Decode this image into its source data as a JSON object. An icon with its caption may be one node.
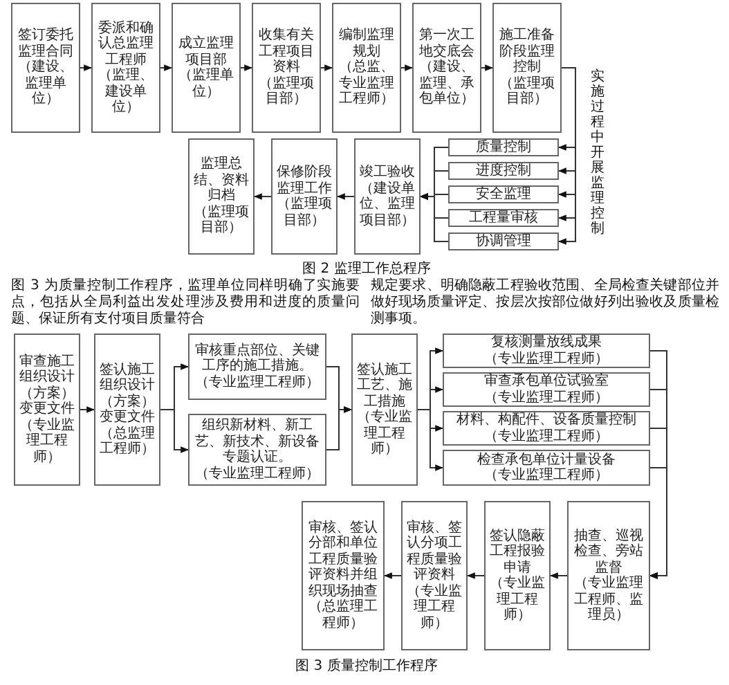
{
  "diagram": {
    "nodes": [
      {
        "text": [
          "签订委托监理合同",
          "（建设、监理单位）"
        ]
      },
      {
        "text": [
          "委派和确认总监理工程师",
          "（监理、建设单位）"
        ]
      },
      {
        "text": [
          "成立监理项目部",
          "（监理单位）"
        ]
      },
      {
        "text": [
          "收集有关工程项目资料",
          "（监理项目部）"
        ]
      },
      {
        "text": [
          "编制监理规划",
          "（总监、专业监理工程师）"
        ]
      },
      {
        "text": [
          "第一次工地交底会",
          "（建设、监理、承包单位）"
        ]
      },
      {
        "text": [
          "施工准备阶段监理控制",
          "（监理项目部）"
        ]
      },
      {
        "text": [
          "质量控制"
        ]
      },
      {
        "text": [
          "进度控制"
        ]
      },
      {
        "text": [
          "安全监理"
        ]
      },
      {
        "text": [
          "工程量审核"
        ]
      },
      {
        "text": [
          "协调管理"
        ]
      },
      {
        "text": [
          "竣工验收",
          "（建设单位、监理项目部）"
        ]
      },
      {
        "text": [
          "保修阶段监理工作",
          "（监理项目部）"
        ]
      },
      {
        "text": [
          "监理总结、资料归档",
          "（监理项目部）"
        ]
      },
      {
        "text": [
          "审查施工组织设计（方案）变更文件",
          "（专业监理工程师）"
        ]
      },
      {
        "text": [
          "签认施工组织设计（方案）变更文件",
          "（总监理工程师）"
        ]
      },
      {
        "text": [
          "审核重点部位、关键工序的施工措施。",
          "（专业监理工程师）"
        ]
      },
      {
        "text": [
          "组织新材料、新工艺、新技术、新设备专题认证。",
          "（专业监理工程师）"
        ]
      },
      {
        "text": [
          "签认施工工艺、施工措施",
          "（专业监理工程师）"
        ]
      },
      {
        "text": [
          "复核测量放线成果",
          "（专业监理工程师）"
        ]
      },
      {
        "text": [
          "审查承包单位试验室",
          "（专业监理工程师）"
        ]
      },
      {
        "text": [
          "材料、构配件、设备质量控制",
          "（专业监理工程师）"
        ]
      },
      {
        "text": [
          "检查承包单位计量设备",
          "（专业监理工程师）"
        ]
      },
      {
        "text": [
          "抽查、巡视检查、旁站监督",
          "（专业监理工程师、监理员）"
        ]
      },
      {
        "text": [
          "签认隐蔽工程报验申请",
          "（专业监理工程师）"
        ]
      },
      {
        "text": [
          "审核、签认分项工程质量验评资料",
          "（专业监理工程师）"
        ]
      },
      {
        "text": [
          "审核、签认分部和单位工程质量验评资料并组织现场抽查",
          "（总监理工程师）"
        ]
      }
    ],
    "edges": [
      {
        "from": 0,
        "to": 1,
        "arrow": "to"
      },
      {
        "from": 1,
        "to": 2,
        "arrow": "to"
      },
      {
        "from": 2,
        "to": 3,
        "arrow": "to"
      },
      {
        "from": 3,
        "to": 4,
        "arrow": "to"
      },
      {
        "from": 4,
        "to": 5,
        "arrow": "to"
      },
      {
        "from": 5,
        "to": 6,
        "arrow": "to"
      },
      {
        "from": 6,
        "to": 7,
        "arrow": "to"
      },
      {
        "from": 6,
        "to": 8,
        "arrow": "to"
      },
      {
        "from": 6,
        "to": 9,
        "arrow": "to"
      },
      {
        "from": 6,
        "to": 10,
        "arrow": "to"
      },
      {
        "from": 6,
        "to": 11,
        "arrow": "to"
      },
      {
        "from": 7,
        "to": 12,
        "arrow": "to"
      },
      {
        "from": 8,
        "to": 12,
        "arrow": "to"
      },
      {
        "from": 9,
        "to": 12,
        "arrow": "to"
      },
      {
        "from": 10,
        "to": 12,
        "arrow": "to"
      },
      {
        "from": 11,
        "to": 12,
        "arrow": "to"
      },
      {
        "from": 12,
        "to": 13,
        "arrow": "to"
      },
      {
        "from": 13,
        "to": 14,
        "arrow": "to"
      },
      {
        "from": 15,
        "to": 16,
        "arrow": "to"
      },
      {
        "from": 16,
        "to": 17,
        "arrow": "to"
      },
      {
        "from": 16,
        "to": 18,
        "arrow": "to"
      },
      {
        "from": 17,
        "to": 19,
        "arrow": "to"
      },
      {
        "from": 18,
        "to": 19,
        "arrow": "to"
      },
      {
        "from": 19,
        "to": 20,
        "arrow": "to"
      },
      {
        "from": 19,
        "to": 21,
        "arrow": "to"
      },
      {
        "from": 19,
        "to": 22,
        "arrow": "to"
      },
      {
        "from": 19,
        "to": 23,
        "arrow": "to"
      },
      {
        "from": 20,
        "to": 24,
        "arrow": "to"
      },
      {
        "from": 21,
        "to": 24,
        "arrow": "to"
      },
      {
        "from": 22,
        "to": 24,
        "arrow": "to"
      },
      {
        "from": 23,
        "to": 24,
        "arrow": "to"
      },
      {
        "from": 24,
        "to": 25,
        "arrow": "to"
      },
      {
        "from": 25,
        "to": 26,
        "arrow": "to"
      },
      {
        "from": 26,
        "to": 27,
        "arrow": "to"
      }
    ],
    "labels": [
      "实施过程中开展监理控制",
      "图 2 监理工作总程序",
      "图 3 为质量控制工作程序，监理单位同样明确了实施要点，包括从全局利益出发处理涉及费用和进度的质量问题、保证所有支付项目质量符合",
      "规定要求、明确隐蔽工程验收范围、全局检查关键部位并做好现场质量评定、按层次按部位做好列出验收及质量检测事项。",
      "图 3 质量控制工作程序"
    ]
  }
}
